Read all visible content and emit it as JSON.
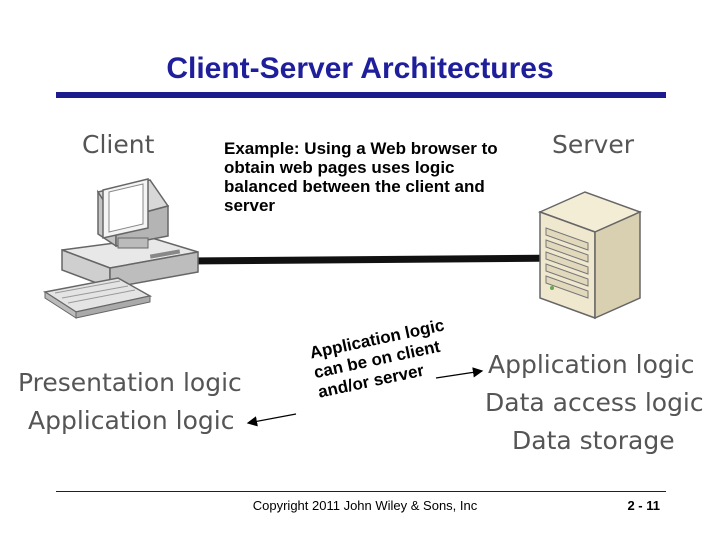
{
  "title": "Client-Server Architectures",
  "client": {
    "heading": "Client",
    "logic": [
      "Presentation logic",
      "Application logic"
    ]
  },
  "server": {
    "heading": "Server",
    "logic": [
      "Application logic",
      "Data access logic",
      "Data storage"
    ]
  },
  "example": "Example:  Using a Web browser to obtain web pages uses logic balanced between the client and server",
  "rotated_note": [
    "Application logic",
    "can be on client",
    "and/or server"
  ],
  "footer": {
    "copyright": "Copyright 2011 John Wiley & Sons, Inc",
    "page": "2 - 11"
  },
  "colors": {
    "title": "#1f1f9c",
    "rule": "#1c1c8c",
    "heading_text": "#555555"
  },
  "icons": [
    "computer-icon",
    "server-icon"
  ]
}
